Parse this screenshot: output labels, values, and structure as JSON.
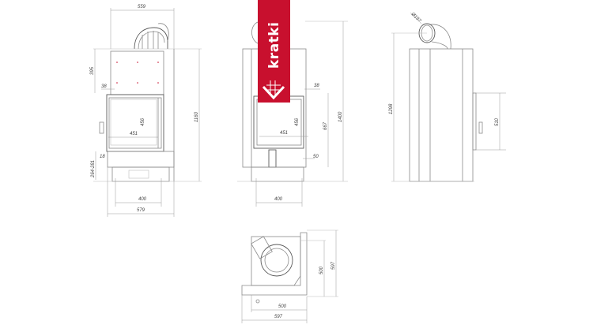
{
  "brand": {
    "name": "kratki",
    "color": "#c8102e"
  },
  "views": {
    "front": {
      "dims": {
        "top_width": "559",
        "upper_height": "395",
        "offset_small": "38",
        "glass_height": "456",
        "glass_width": "451",
        "total_height": "1160",
        "side_small": "18",
        "leg_range": "264-281",
        "leg_span": "400",
        "bottom_width": "579"
      }
    },
    "side_glass": {
      "dims": {
        "offset_small": "38",
        "glass_height": "456",
        "glass_width": "451",
        "door_height": "667",
        "total_height": "1400",
        "offset_bottom": "50",
        "leg_span": "400"
      }
    },
    "side": {
      "dims": {
        "flue_diameter": "Ø197",
        "total_height": "1298",
        "door_height": "510"
      }
    },
    "top": {
      "dims": {
        "inner_depth": "500",
        "outer_depth": "597",
        "inner_width": "500",
        "outer_width": "597"
      }
    }
  }
}
